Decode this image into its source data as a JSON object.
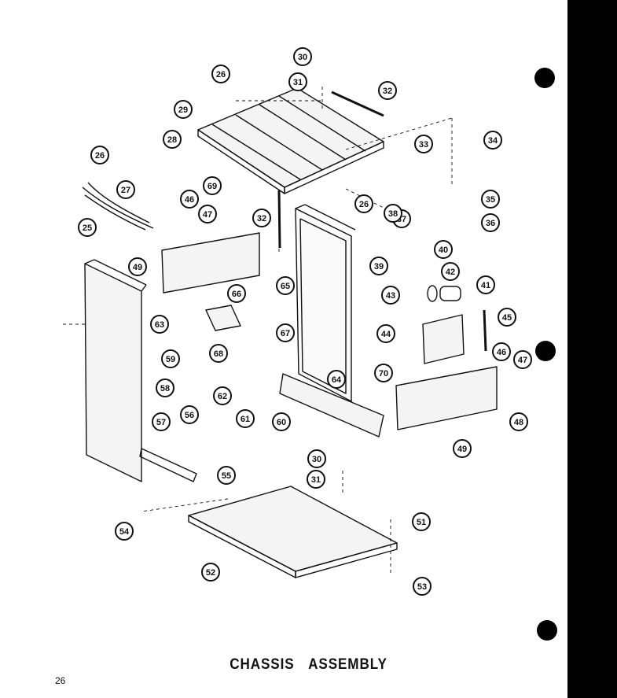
{
  "title": "CHASSIS ASSEMBLY",
  "page_number": "26",
  "callouts": [
    "25",
    "26",
    "26",
    "26",
    "27",
    "28",
    "29",
    "30",
    "30",
    "31",
    "31",
    "32",
    "32",
    "33",
    "34",
    "35",
    "36",
    "37",
    "38",
    "39",
    "40",
    "41",
    "42",
    "43",
    "44",
    "45",
    "46",
    "46",
    "47",
    "47",
    "48",
    "49",
    "49",
    "51",
    "52",
    "53",
    "54",
    "55",
    "56",
    "57",
    "58",
    "59",
    "60",
    "61",
    "62",
    "63",
    "64",
    "65",
    "66",
    "67",
    "68",
    "69",
    "70"
  ]
}
